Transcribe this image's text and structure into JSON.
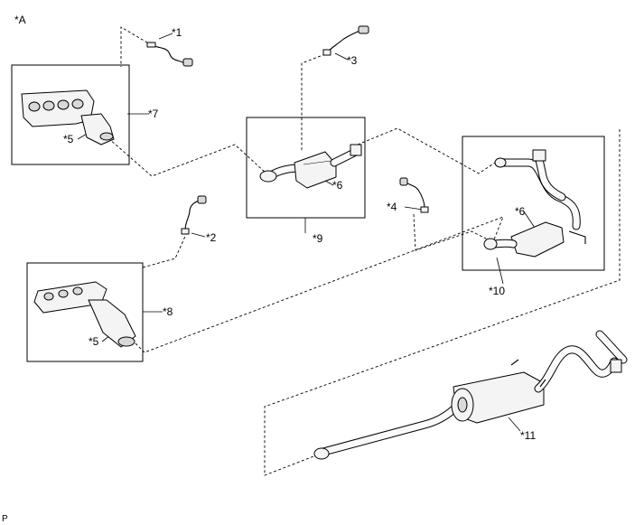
{
  "view_label": "*A",
  "footer_code": "P",
  "callouts": {
    "c1": "*1",
    "c2": "*2",
    "c3": "*3",
    "c4": "*4",
    "c5a": "*5",
    "c5b": "*5",
    "c6a": "*6",
    "c6b": "*6",
    "c7": "*7",
    "c8": "*8",
    "c9": "*9",
    "c10": "*10",
    "c11": "*11"
  }
}
